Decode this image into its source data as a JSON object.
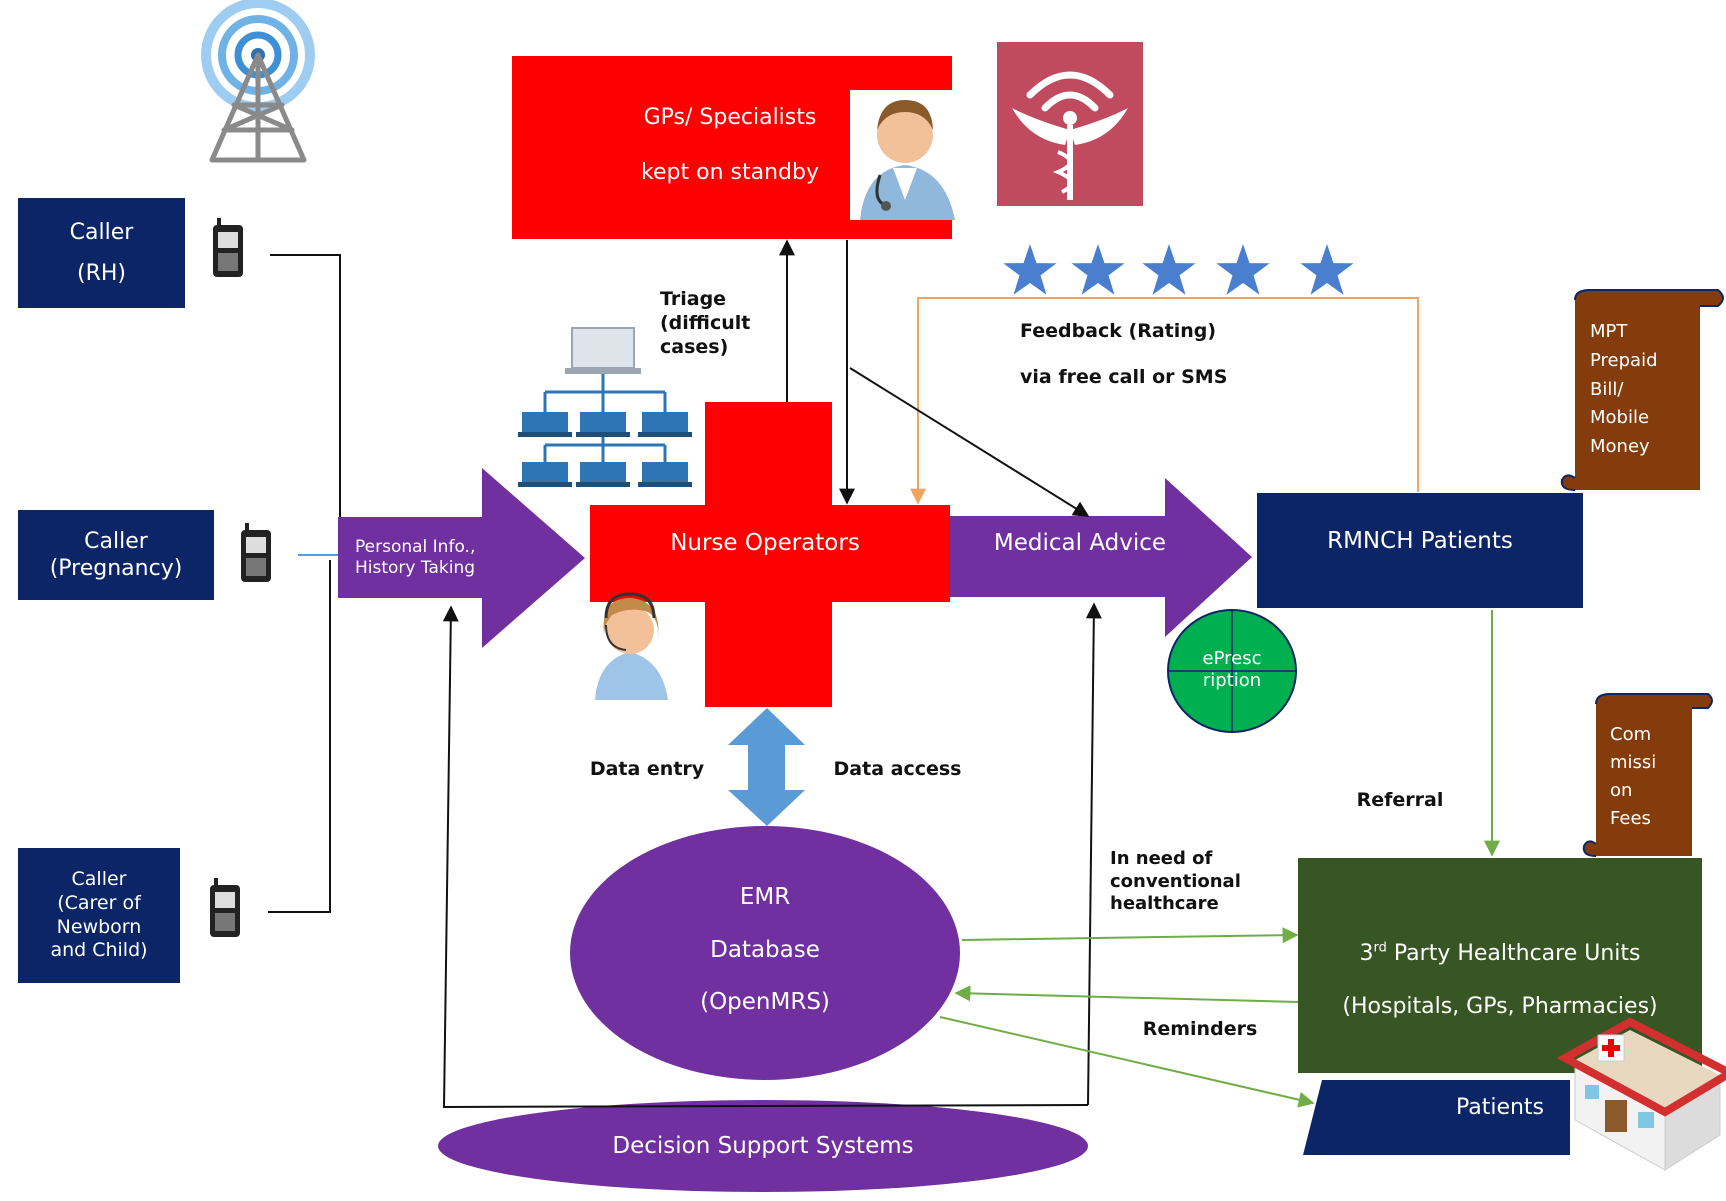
{
  "callers": [
    {
      "line1": "Caller",
      "line2": "(RH)"
    },
    {
      "line1": "Caller",
      "line2": "(Pregnancy)"
    },
    {
      "text": "Caller\n(Carer of\nNewborn\nand Child)"
    }
  ],
  "gp_box": {
    "line1": "GPs/ Specialists",
    "line2": "kept on standby"
  },
  "triage_label": "Triage\n(difficult\ncases)",
  "feedback": {
    "line1": "Feedback (Rating)",
    "line2": "via free call or SMS"
  },
  "mpt_scroll": "MPT\nPrepaid\nBill/\nMobile\nMoney",
  "personal_info_arrow": "Personal Info.,\nHistory Taking",
  "nurse_operators": "Nurse Operators",
  "medical_advice": "Medical Advice",
  "rmnch_patients": "RMNCH Patients",
  "eprescription": "ePresc\nription",
  "data_entry": "Data entry",
  "data_access": "Data access",
  "emr": {
    "line1": "EMR",
    "line2": "Database",
    "line3": "(OpenMRS)"
  },
  "referral": "Referral",
  "commission_scroll": "Com\nmissi\non\nFees",
  "conventional_label": "In need of\nconventional\nhealthcare",
  "third_party": {
    "prefix": "3",
    "sup": "rd",
    "suffix": " Party Healthcare Units",
    "line2": "(Hospitals, GPs, Pharmacies)"
  },
  "reminders": "Reminders",
  "patients": "Patients",
  "decision_support": "Decision Support Systems",
  "colors": {
    "navy": "#0b2566",
    "red": "#ff0000",
    "purple": "#7030a0",
    "dark_green": "#375623",
    "bright_green": "#00b050",
    "brown": "#843c0c",
    "star_blue": "#4a7fd0",
    "arrow_blue": "#5b9bd5",
    "orange": "#f4a460",
    "line_green": "#70ad47",
    "caduceus_bg": "#c04a5e"
  }
}
